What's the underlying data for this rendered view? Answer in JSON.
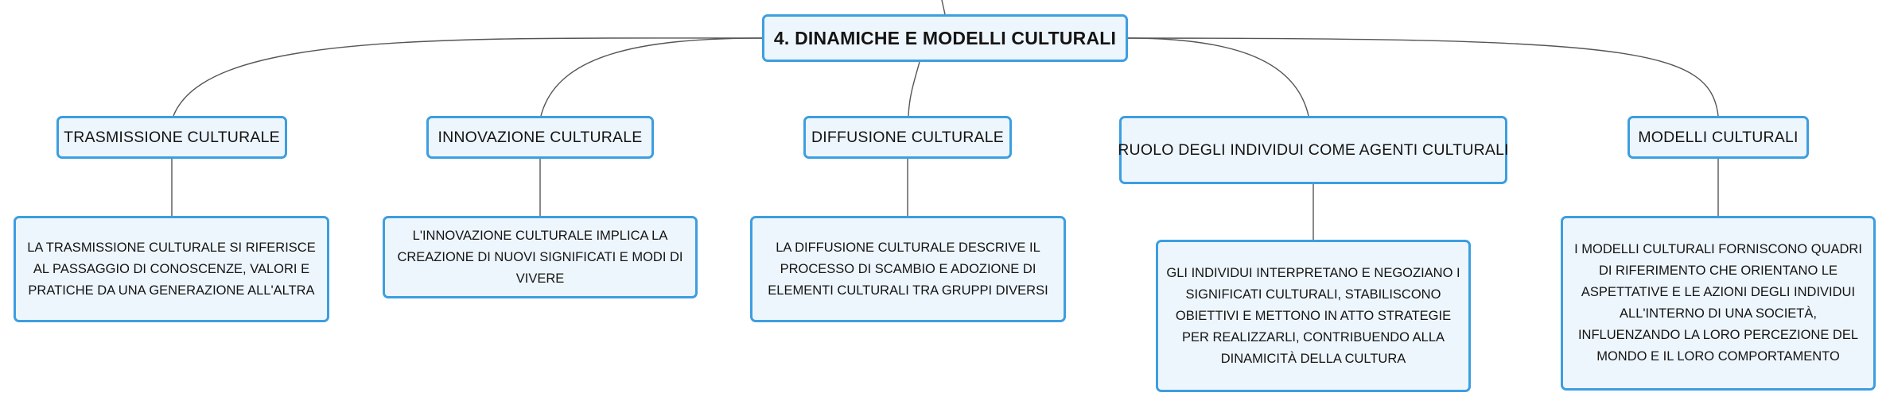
{
  "root": {
    "label": "4. DINAMICHE E MODELLI CULTURALI"
  },
  "topics": [
    {
      "label": "TRASMISSIONE CULTURALE",
      "detail": "LA TRASMISSIONE CULTURALE SI RIFERISCE AL PASSAGGIO DI CONOSCENZE, VALORI E PRATICHE DA UNA GENERAZIONE ALL'ALTRA"
    },
    {
      "label": "INNOVAZIONE CULTURALE",
      "detail": "L'INNOVAZIONE CULTURALE IMPLICA LA CREAZIONE DI NUOVI SIGNIFICATI E MODI DI VIVERE"
    },
    {
      "label": "DIFFUSIONE CULTURALE",
      "detail": "LA DIFFUSIONE CULTURALE DESCRIVE IL PROCESSO DI SCAMBIO E ADOZIONE DI ELEMENTI CULTURALI TRA GRUPPI DIVERSI"
    },
    {
      "label": "RUOLO DEGLI INDIVIDUI COME AGENTI CULTURALI",
      "detail": "GLI INDIVIDUI INTERPRETANO E NEGOZIANO I SIGNIFICATI CULTURALI, STABILISCONO OBIETTIVI E METTONO IN ATTO STRATEGIE PER REALIZZARLI, CONTRIBUENDO ALLA DINAMICITÀ DELLA CULTURA"
    },
    {
      "label": "MODELLI CULTURALI",
      "detail": "I MODELLI CULTURALI FORNISCONO QUADRI DI RIFERIMENTO CHE ORIENTANO LE ASPETTATIVE E LE AZIONI DEGLI INDIVIDUI ALL'INTERNO DI UNA SOCIETÀ, INFLUENZANDO LA LORO PERCEZIONE DEL MONDO E IL LORO COMPORTAMENTO"
    }
  ],
  "colors": {
    "node_border": "#3d9ee0",
    "node_fill": "#eef6fd",
    "connector": "#555555",
    "text": "#141414"
  }
}
